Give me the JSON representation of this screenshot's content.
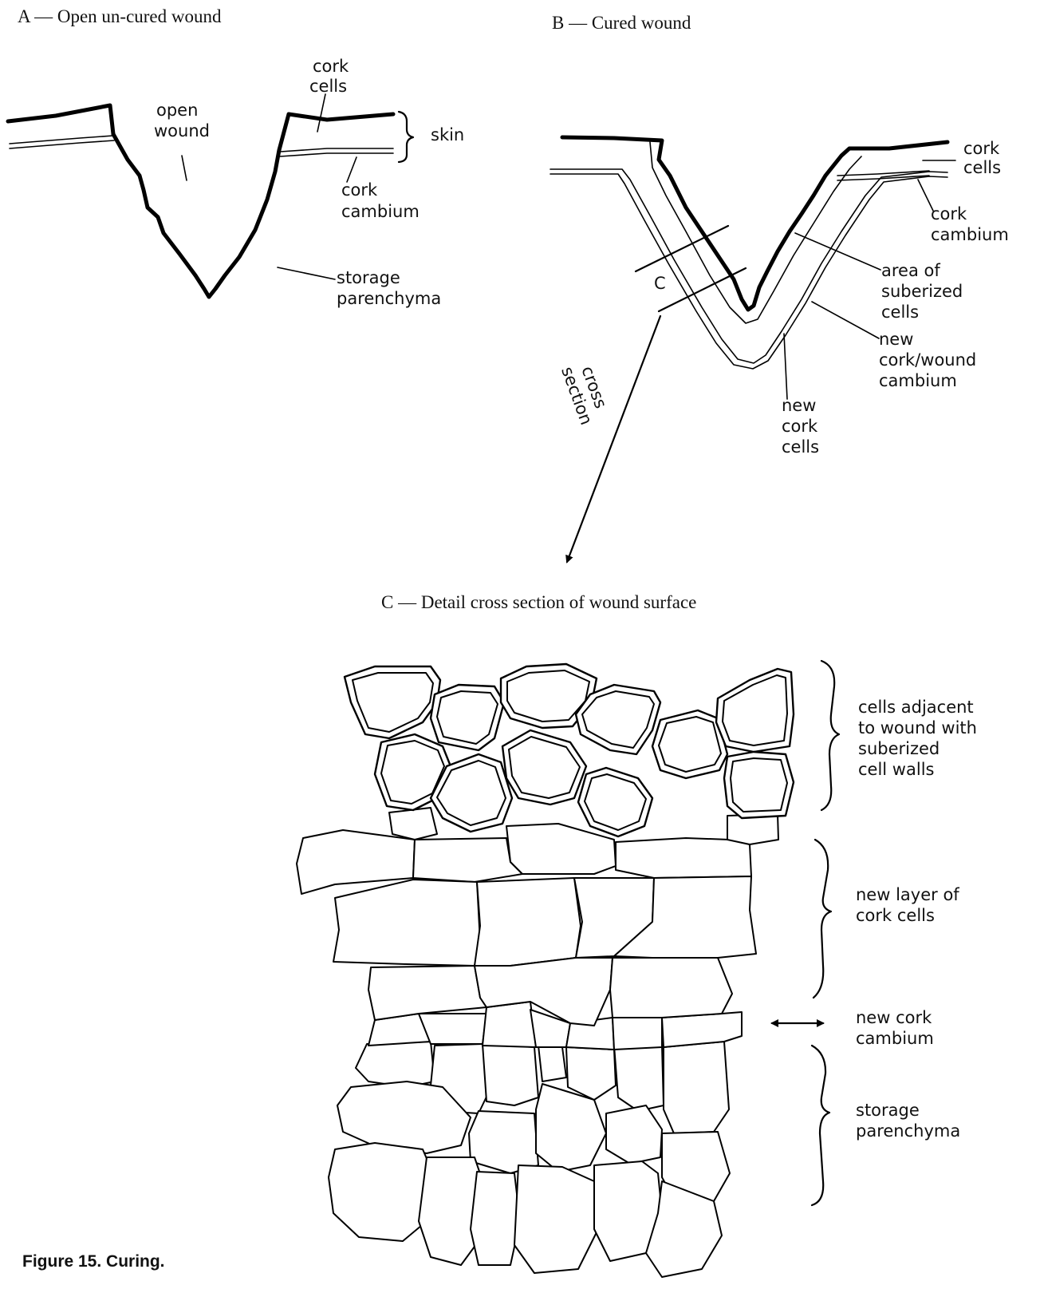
{
  "panel_a": {
    "title": "A —  Open un-cured wound",
    "labels": {
      "open_wound": [
        "open",
        "wound"
      ],
      "cork_cells": [
        "cork",
        "cells"
      ],
      "skin": "skin",
      "cork_cambium": [
        "cork",
        "cambium"
      ],
      "storage_parenchyma": [
        "storage",
        "parenchyma"
      ]
    }
  },
  "panel_b": {
    "title": "B —  Cured wound",
    "labels": {
      "cork_cells": [
        "cork",
        "cells"
      ],
      "cork_cambium": [
        "cork",
        "cambium"
      ],
      "area_suberized": [
        "area of",
        "suberized",
        "cells"
      ],
      "new_cork_wound_cambium": [
        "new",
        "cork/wound",
        "cambium"
      ],
      "new_cork_cells": [
        "new",
        "cork",
        "cells"
      ],
      "section_marker": "C",
      "cross_section": [
        "cross",
        "section"
      ]
    }
  },
  "panel_c": {
    "title": "C —  Detail cross section of wound surface",
    "labels": {
      "suberized_cells": [
        "cells adjacent",
        "to wound with",
        "suberized",
        "cell walls"
      ],
      "new_layer": [
        "new layer of",
        "cork cells"
      ],
      "new_cork_cambium": [
        "new cork",
        "cambium"
      ],
      "storage_parenchyma": [
        "storage",
        "parenchyma"
      ]
    }
  },
  "caption": "Figure 15.  Curing."
}
